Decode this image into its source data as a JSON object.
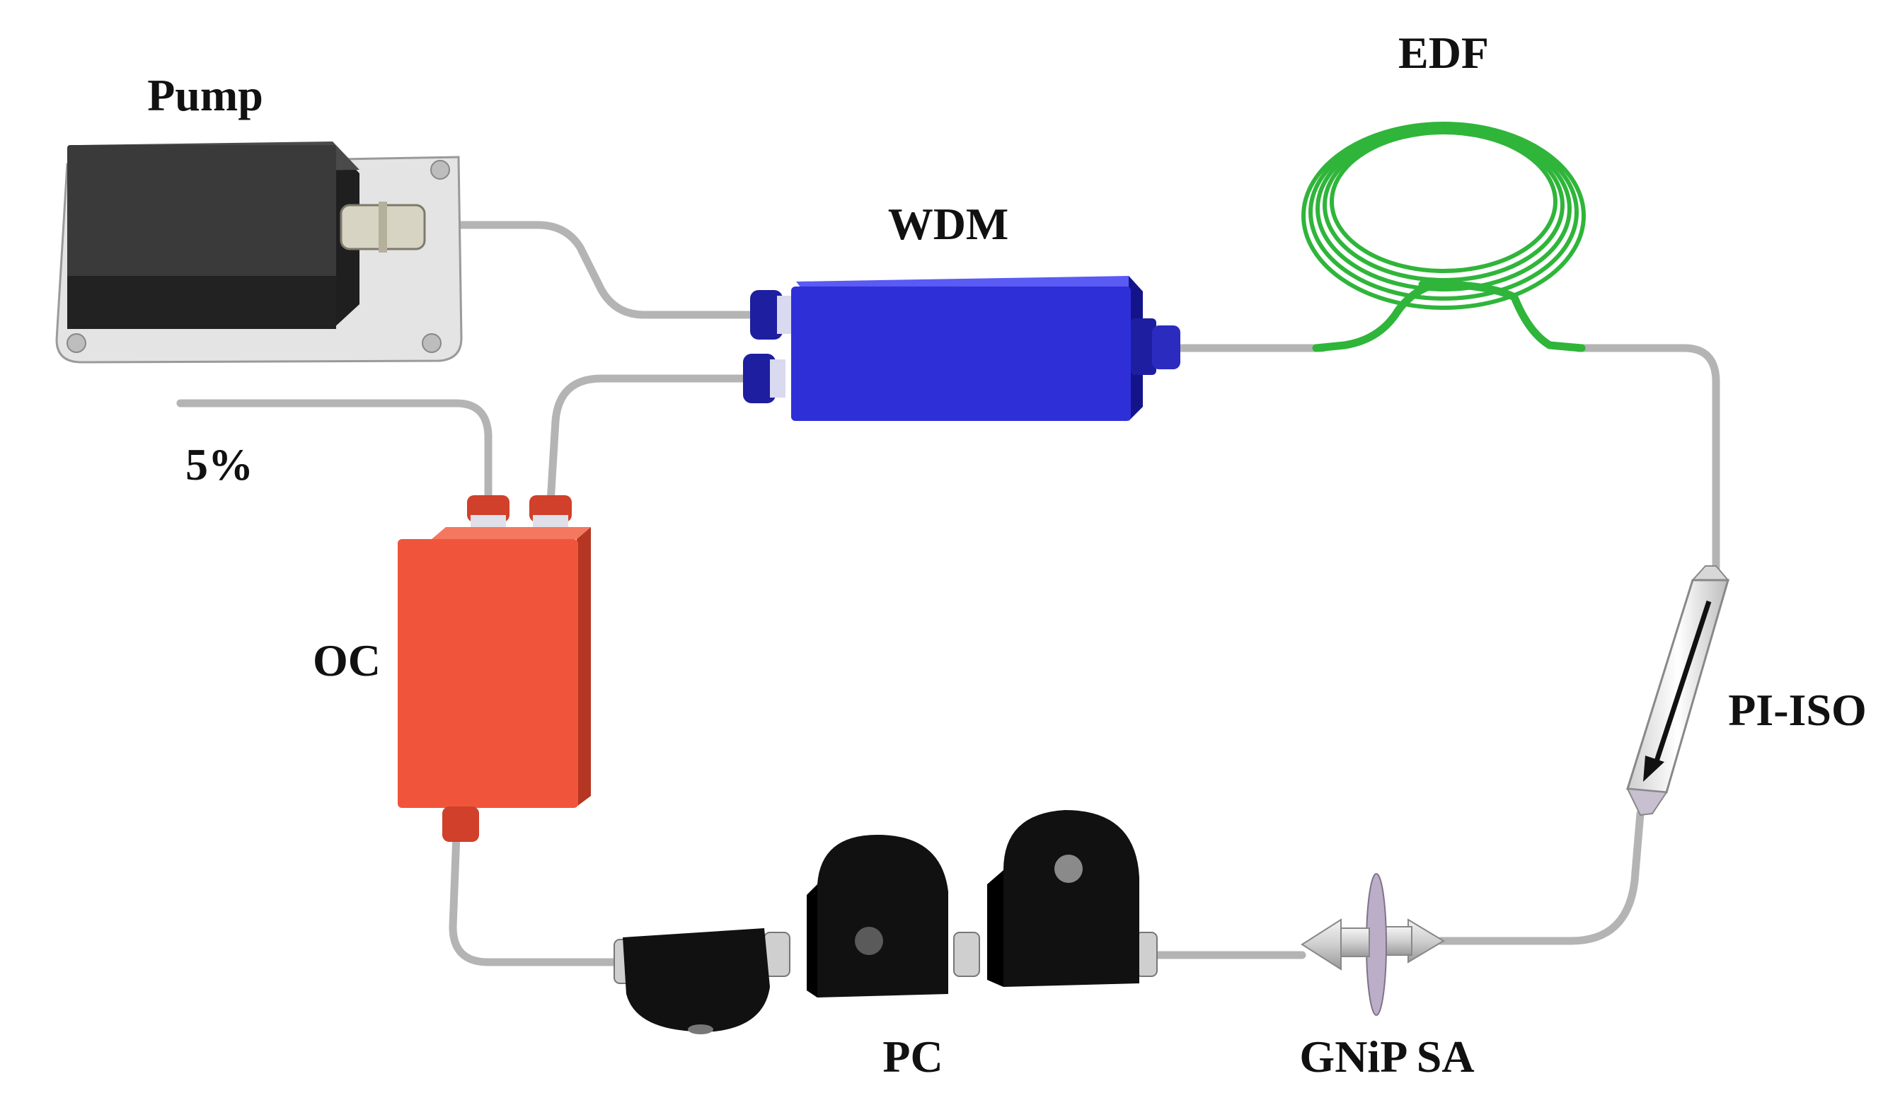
{
  "labels": {
    "pump": "Pump",
    "wdm": "WDM",
    "edf": "EDF",
    "coupler_output": "5%",
    "oc": "OC",
    "pi_iso": "PI-ISO",
    "pc": "PC",
    "sa": "GNiP SA"
  },
  "colors": {
    "fiber": "#b4b4b4",
    "edf_fiber": "#2fb53a",
    "wdm": "#2f2fd8",
    "oc": "#f0553c",
    "pump": "#3a3a3a",
    "pump_base": "#e4e4e4",
    "pc": "#111111",
    "isolator": "#eeeeee",
    "connector_wdm": "#1e1ea0",
    "connector_oc": "#d0402a"
  }
}
